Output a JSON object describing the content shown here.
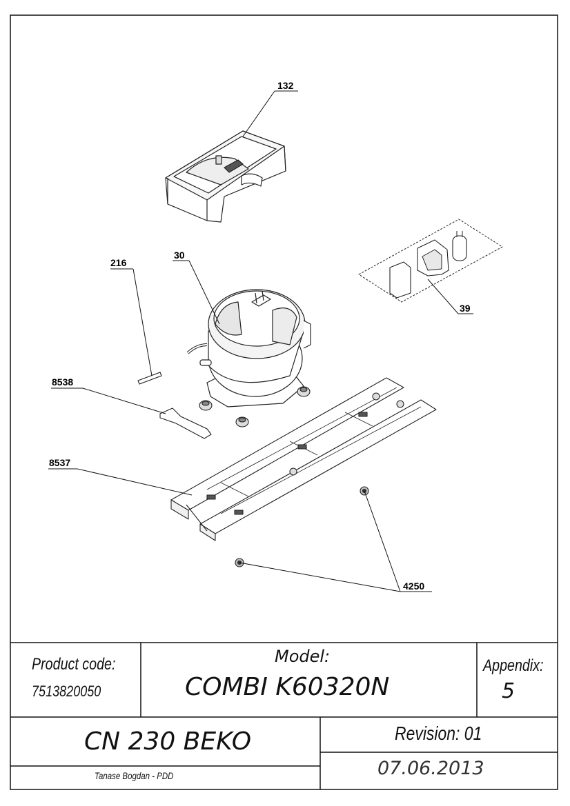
{
  "callouts": {
    "c132": "132",
    "c216": "216",
    "c30": "30",
    "c39": "39",
    "c8538": "8538",
    "c8537": "8537",
    "c4250": "4250"
  },
  "title_block": {
    "product_code_label": "Product code:",
    "product_code_value": "7513820050",
    "model_label": "Model:",
    "model_value": "COMBI K60320N",
    "appendix_label": "Appendix:",
    "appendix_value": "5",
    "series": "CN 230 BEKO",
    "revision": "Revision: 01",
    "author": "Tanase Bogdan - PDD",
    "date": "07.06.2013"
  }
}
